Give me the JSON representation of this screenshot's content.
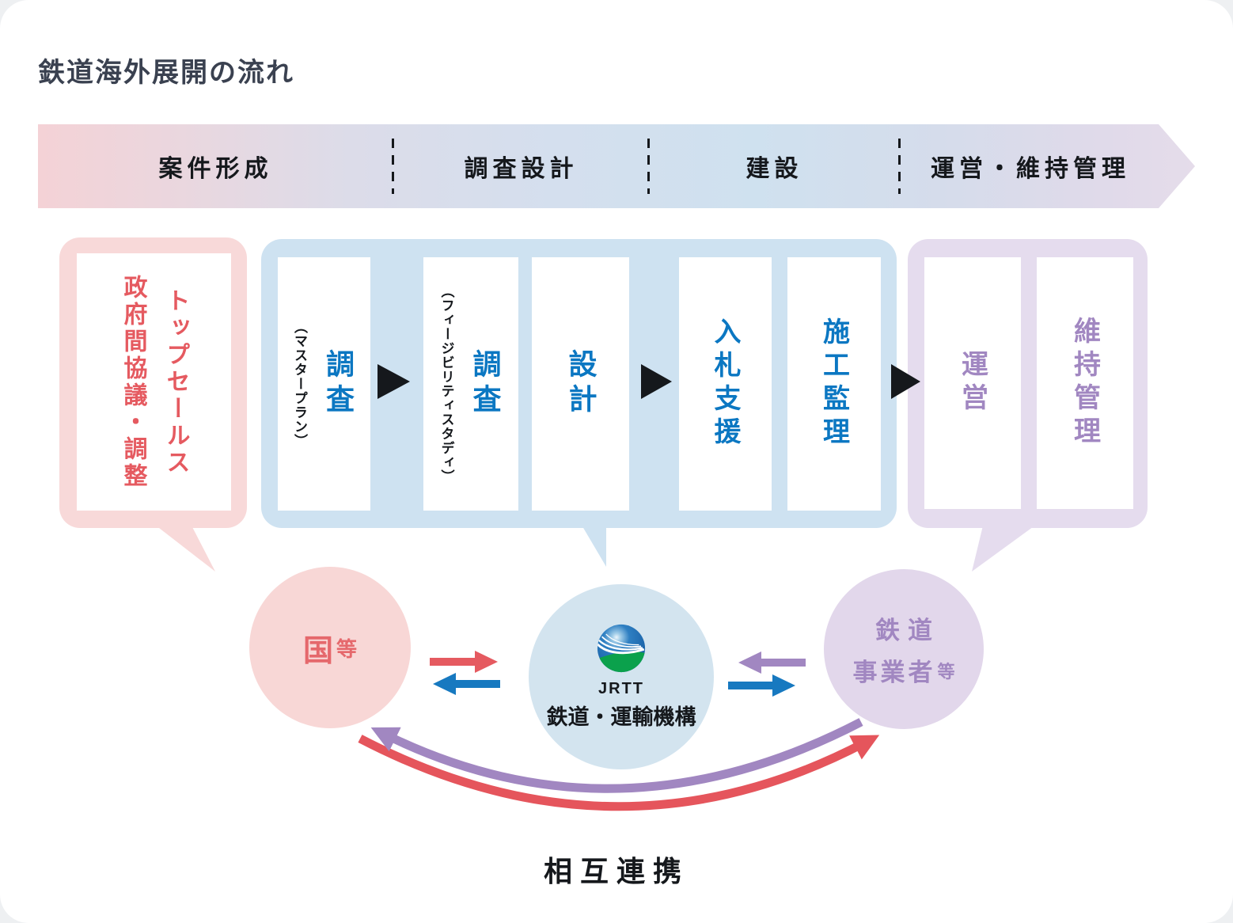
{
  "title": "鉄道海外展開の流れ",
  "phases": [
    {
      "label": "案件形成"
    },
    {
      "label": "調査設計"
    },
    {
      "label": "建設"
    },
    {
      "label": "運営・維持管理"
    }
  ],
  "gov_bubble": {
    "line1": "トップセールス",
    "line2": "政府間協議・調整"
  },
  "jrtt_steps": [
    {
      "main": "調査",
      "note": "（マスタープラン）"
    },
    {
      "main": "調査",
      "note": "（フィージビリティスタディ）"
    },
    {
      "main": "設計"
    },
    {
      "main": "入札支援"
    },
    {
      "main": "施工監理"
    }
  ],
  "operator_steps": [
    {
      "main": "運営"
    },
    {
      "main": "維持管理"
    }
  ],
  "actors": {
    "government": {
      "name": "国",
      "suffix": "等"
    },
    "jrtt": {
      "abbr": "JRTT",
      "name": "鉄道・運輸機構"
    },
    "operator": {
      "line1": "鉄道",
      "line2": "事業者",
      "suffix": "等"
    }
  },
  "footer": {
    "label": "相互連携"
  },
  "colors": {
    "red": "#e55a60",
    "blue": "#1779c0",
    "blue_text": "#0b77c2",
    "purple": "#a187c1",
    "pink_bubble": "#f8d9d9",
    "blue_bubble": "#cee2f1",
    "purple_bubble": "#e5dcee",
    "pink_circle": "#f8d7d6",
    "blue_circle": "#d3e4ef",
    "purple_circle": "#e2d7eb",
    "text_dark": "#15181c",
    "logo_blue": "#1a6ab3",
    "logo_green": "#0ba14c"
  }
}
